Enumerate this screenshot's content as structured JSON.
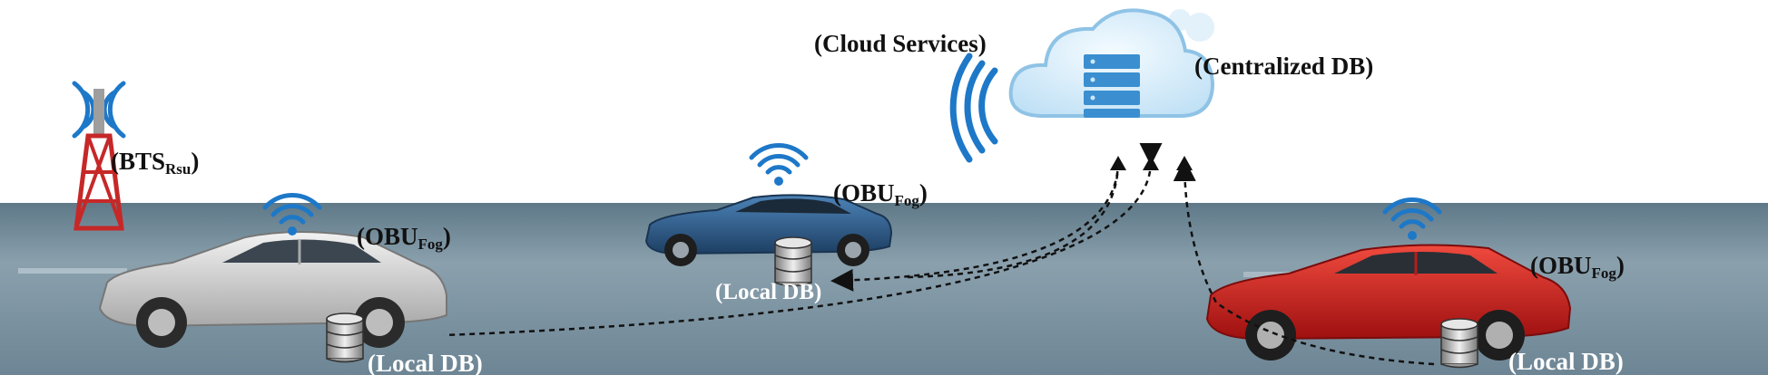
{
  "labels": {
    "cloud_services": "(Cloud Services)",
    "centralized_db": "(Centralized DB)",
    "bts_main": "(BTS",
    "bts_sub": "Rsu",
    "bts_close": ")",
    "obu_main": "(OBU",
    "obu_sub": "Fog",
    "obu_close": ")",
    "local_db": "(Local DB)"
  },
  "colors": {
    "signal_blue": "#1e78c8",
    "cloud_fill": "#d6ebf8",
    "car_silver": "#d8d8d8",
    "car_blue": "#2e5f8f",
    "car_red": "#d61f1f",
    "tower_red": "#c62828",
    "road": "#7e95a3"
  },
  "icons": [
    "wifi-icon",
    "cloud-icon",
    "server-icon",
    "database-icon",
    "cell-tower-icon",
    "car-icon"
  ]
}
